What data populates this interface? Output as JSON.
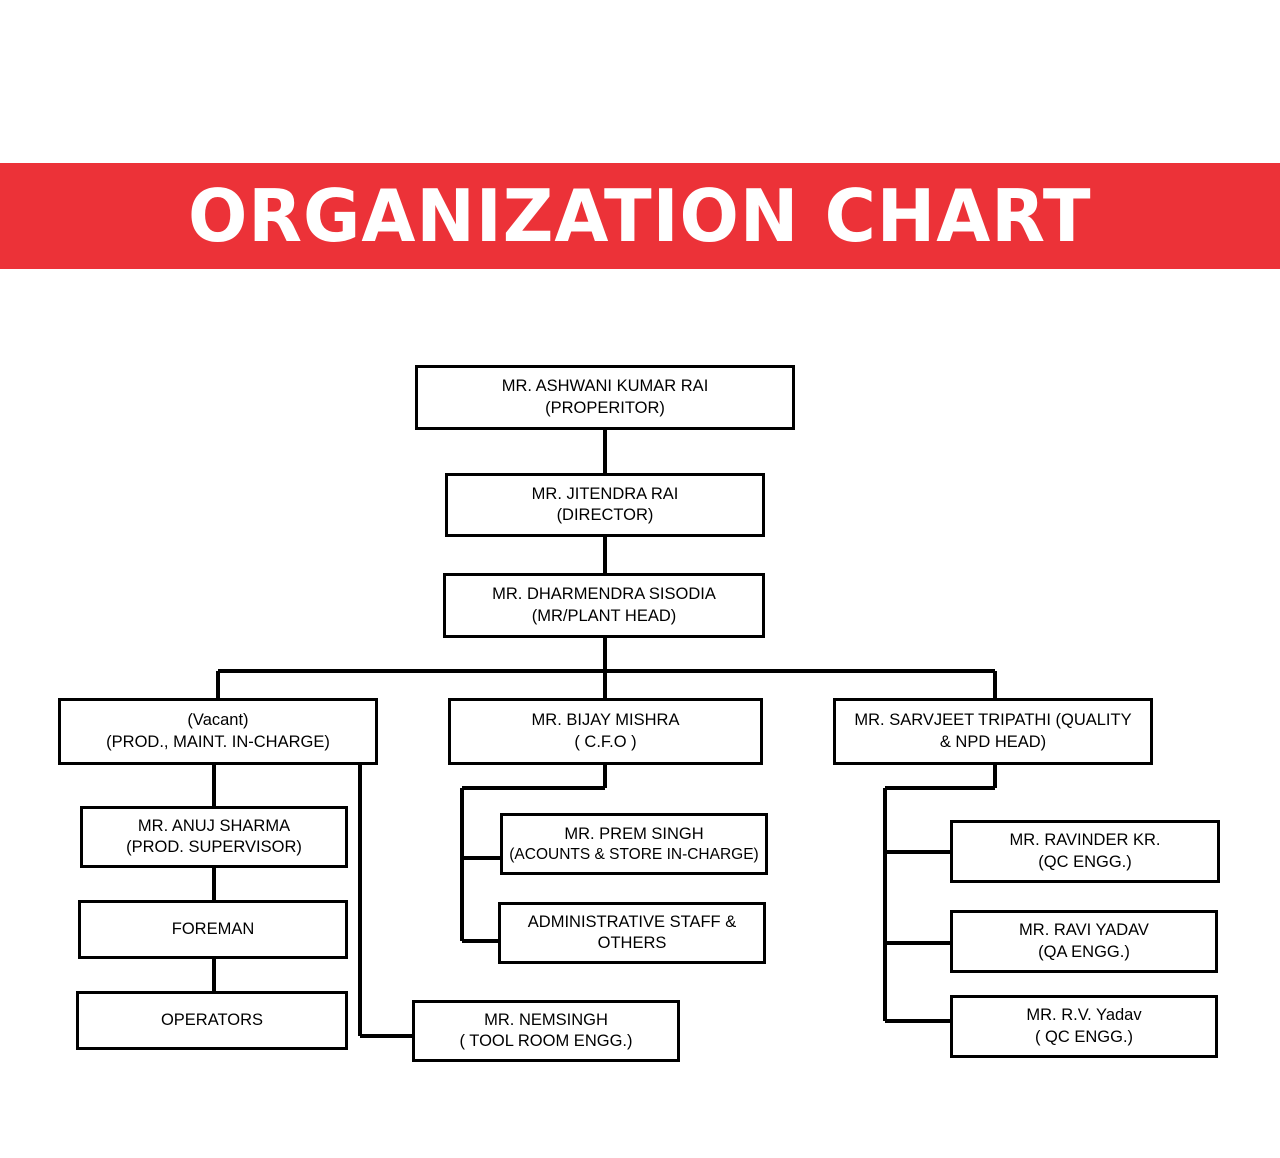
{
  "banner": {
    "title": "ORGANIZATION CHART",
    "background_color": "#ec3238",
    "text_color": "#ffffff"
  },
  "theme": {
    "page_background": "#ffffff",
    "box_border_color": "#000000",
    "box_fill": "#ffffff",
    "connector_color": "#000000"
  },
  "chart_data": {
    "type": "diagram",
    "title": "ORGANIZATION CHART",
    "diagram_kind": "organization-chart",
    "nodes": [
      {
        "id": "proprietor",
        "line1": "MR. ASHWANI KUMAR RAI",
        "line2": "(PROPERITOR)"
      },
      {
        "id": "director",
        "line1": "MR. JITENDRA RAI",
        "line2": "(DIRECTOR)"
      },
      {
        "id": "plant-head",
        "line1": "MR. DHARMENDRA SISODIA",
        "line2": "(MR/PLANT HEAD)"
      },
      {
        "id": "prod-incharge",
        "line1": "(Vacant)",
        "line2": "(PROD., MAINT. IN-CHARGE)"
      },
      {
        "id": "cfo",
        "line1": "MR. BIJAY MISHRA",
        "line2": "( C.F.O )"
      },
      {
        "id": "quality-head",
        "line1": "MR. SARVJEET TRIPATHI (QUALITY",
        "line2": "& NPD HEAD)"
      },
      {
        "id": "prod-supervisor",
        "line1": "MR. ANUJ SHARMA",
        "line2": "(PROD. SUPERVISOR)"
      },
      {
        "id": "foreman",
        "line1": "FOREMAN",
        "line2": ""
      },
      {
        "id": "operators",
        "line1": "OPERATORS",
        "line2": ""
      },
      {
        "id": "accounts",
        "line1": "MR. PREM SINGH",
        "line2": "(ACOUNTS & STORE IN-CHARGE)"
      },
      {
        "id": "admin-staff",
        "line1": "ADMINISTRATIVE  STAFF &",
        "line2": "OTHERS"
      },
      {
        "id": "tool-room",
        "line1": "MR. NEMSINGH",
        "line2": "( TOOL ROOM ENGG.)"
      },
      {
        "id": "qc-engg-1",
        "line1": "MR. RAVINDER KR.",
        "line2": "(QC ENGG.)"
      },
      {
        "id": "qa-engg",
        "line1": "MR. RAVI YADAV",
        "line2": "(QA ENGG.)"
      },
      {
        "id": "qc-engg-2",
        "line1": "MR. R.V. Yadav",
        "line2": "( QC ENGG.)"
      }
    ],
    "edges": [
      {
        "from": "proprietor",
        "to": "director"
      },
      {
        "from": "director",
        "to": "plant-head"
      },
      {
        "from": "plant-head",
        "to": "prod-incharge"
      },
      {
        "from": "plant-head",
        "to": "cfo"
      },
      {
        "from": "plant-head",
        "to": "quality-head"
      },
      {
        "from": "prod-incharge",
        "to": "prod-supervisor"
      },
      {
        "from": "prod-supervisor",
        "to": "foreman"
      },
      {
        "from": "foreman",
        "to": "operators"
      },
      {
        "from": "prod-incharge",
        "to": "tool-room"
      },
      {
        "from": "cfo",
        "to": "accounts"
      },
      {
        "from": "cfo",
        "to": "admin-staff"
      },
      {
        "from": "quality-head",
        "to": "qc-engg-1"
      },
      {
        "from": "quality-head",
        "to": "qa-engg"
      },
      {
        "from": "quality-head",
        "to": "qc-engg-2"
      }
    ]
  }
}
